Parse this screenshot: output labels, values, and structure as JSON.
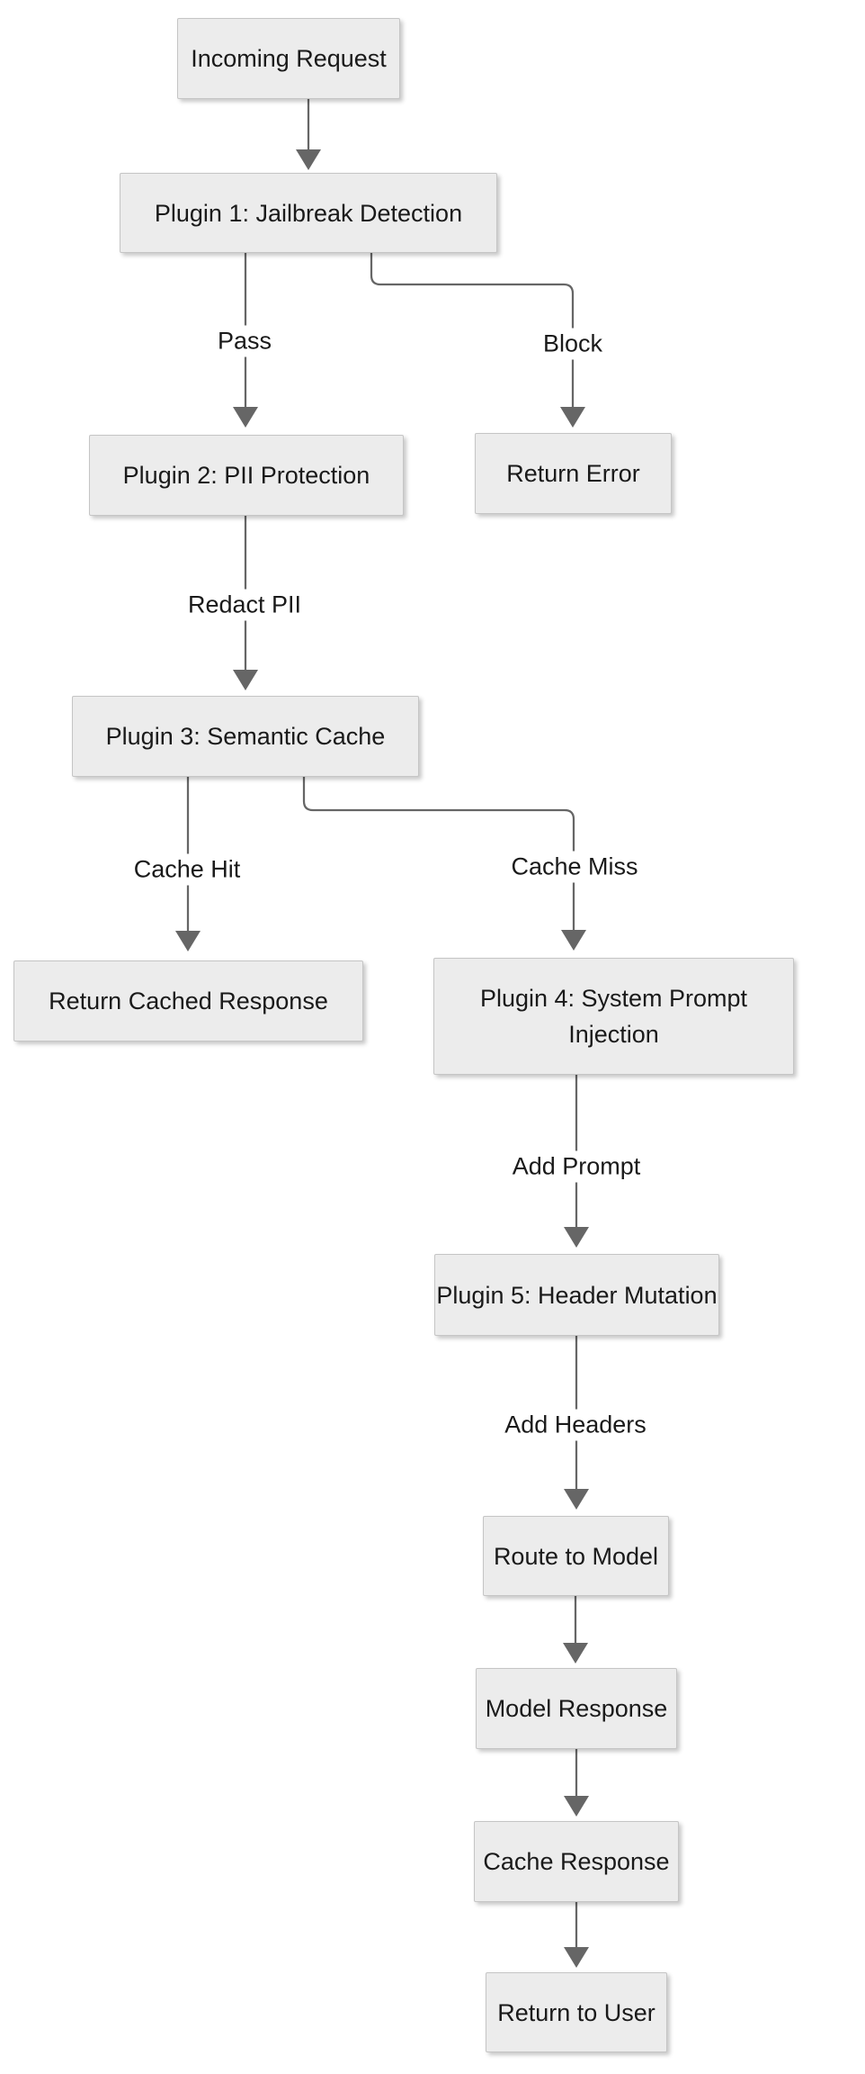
{
  "diagram": {
    "nodes": [
      {
        "id": "incoming",
        "label": "Incoming Request"
      },
      {
        "id": "plugin1",
        "label": "Plugin 1: Jailbreak Detection"
      },
      {
        "id": "plugin2",
        "label": "Plugin 2: PII Protection"
      },
      {
        "id": "return_error",
        "label": "Return Error"
      },
      {
        "id": "plugin3",
        "label": "Plugin 3: Semantic Cache"
      },
      {
        "id": "return_cached",
        "label": "Return Cached Response"
      },
      {
        "id": "plugin4",
        "label": "Plugin 4: System Prompt Injection",
        "lines": [
          "Plugin 4: System Prompt",
          "Injection"
        ]
      },
      {
        "id": "plugin5",
        "label": "Plugin 5: Header Mutation"
      },
      {
        "id": "route",
        "label": "Route to Model"
      },
      {
        "id": "model_response",
        "label": "Model Response"
      },
      {
        "id": "cache_response",
        "label": "Cache Response"
      },
      {
        "id": "return_user",
        "label": "Return to User"
      }
    ],
    "edges": [
      {
        "from": "incoming",
        "to": "plugin1",
        "label": ""
      },
      {
        "from": "plugin1",
        "to": "plugin2",
        "label": "Pass"
      },
      {
        "from": "plugin1",
        "to": "return_error",
        "label": "Block"
      },
      {
        "from": "plugin2",
        "to": "plugin3",
        "label": "Redact PII"
      },
      {
        "from": "plugin3",
        "to": "return_cached",
        "label": "Cache Hit"
      },
      {
        "from": "plugin3",
        "to": "plugin4",
        "label": "Cache Miss"
      },
      {
        "from": "plugin4",
        "to": "plugin5",
        "label": "Add Prompt"
      },
      {
        "from": "plugin5",
        "to": "route",
        "label": "Add Headers"
      },
      {
        "from": "route",
        "to": "model_response",
        "label": ""
      },
      {
        "from": "model_response",
        "to": "cache_response",
        "label": ""
      },
      {
        "from": "cache_response",
        "to": "return_user",
        "label": ""
      }
    ],
    "colors": {
      "background": "#ffffff",
      "node_fill": "#ececec",
      "node_border": "#c5c5c5",
      "edge": "#666666",
      "text": "#1a1a1a"
    }
  }
}
